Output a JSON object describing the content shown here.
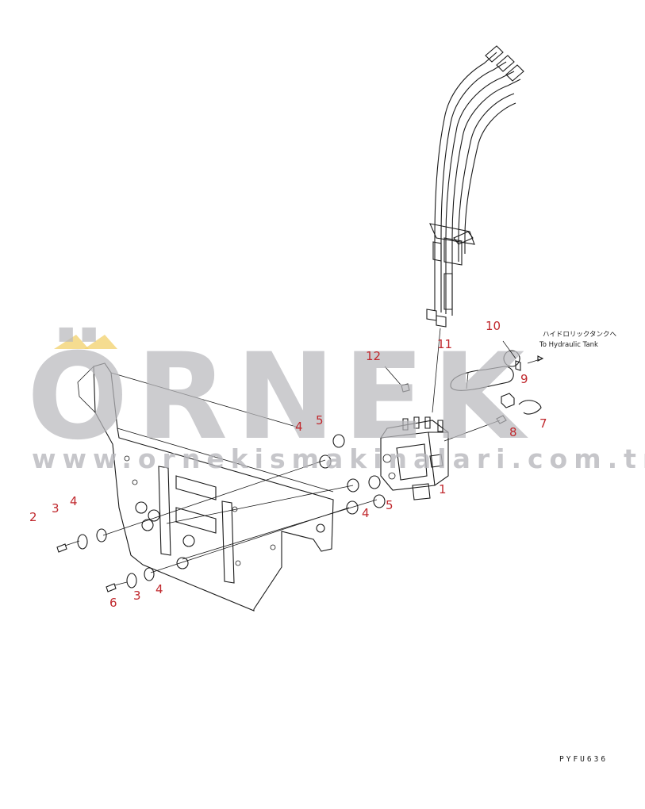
{
  "watermark": {
    "brand": "ÖRNEK",
    "url": "www.ornekismakinalari.com.tr",
    "accent_color": "#f2d06b",
    "text_color": "#b8b8bd"
  },
  "callout_color": "#c0282d",
  "callouts": {
    "c1": "1",
    "c2": "2",
    "c3a": "3",
    "c3b": "3",
    "c4a": "4",
    "c4b": "4",
    "c4c": "4",
    "c4d": "4",
    "c5a": "5",
    "c5b": "5",
    "c6": "6",
    "c7": "7",
    "c8": "8",
    "c9": "9",
    "c10": "10",
    "c11": "11",
    "c12": "12"
  },
  "tank_label": {
    "japanese": "ハイドロリックタンクへ",
    "english": "To Hydraulic Tank"
  },
  "drawing_code": "PYFU636"
}
